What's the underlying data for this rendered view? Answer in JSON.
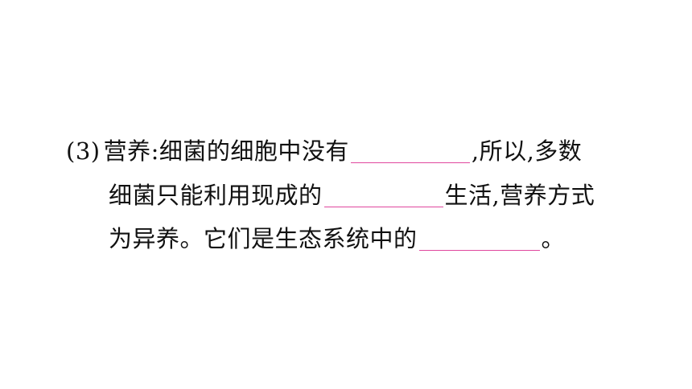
{
  "question": {
    "number": "(3)",
    "line1_a": "营养:细菌的细胞中没有",
    "line1_b": ",所以,多数",
    "line2_a": "细菌只能利用现成的",
    "line2_b": "生活,营养方式",
    "line3_a": "为异养。它们是生态系统中的",
    "line3_b": "。"
  },
  "colors": {
    "blank_underline": "#e0479e",
    "text": "#111111"
  }
}
